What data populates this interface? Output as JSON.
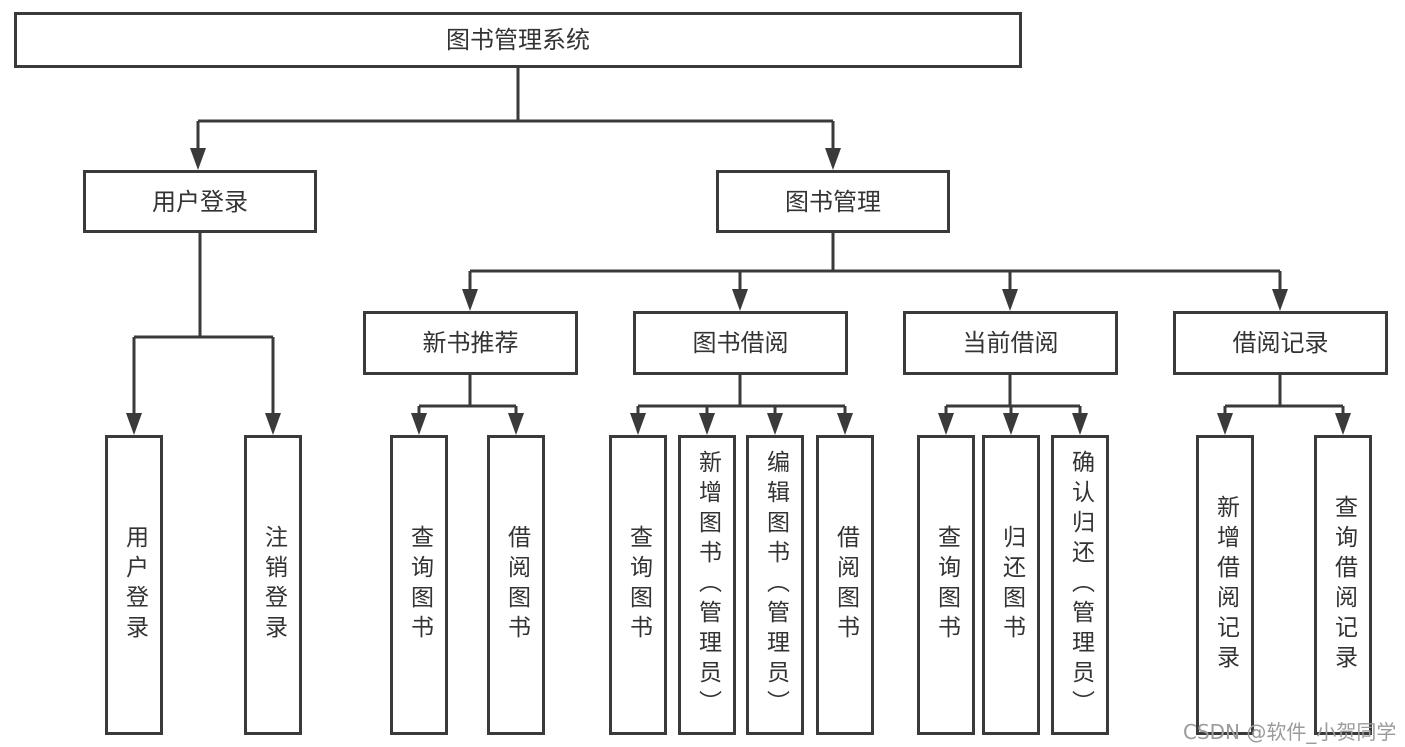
{
  "diagram": {
    "title": "图书管理系统",
    "nodes": {
      "root": "图书管理系统",
      "user_login": "用户登录",
      "book_mgmt": "图书管理",
      "new_books": "新书推荐",
      "book_borrow": "图书借阅",
      "current_borrow": "当前借阅",
      "borrow_records": "借阅记录",
      "leaves": {
        "user_login": [
          "用户登录",
          "注销登录"
        ],
        "new_books": [
          "查询图书",
          "借阅图书"
        ],
        "book_borrow": [
          "查询图书",
          "新增图书（管理员）",
          "编辑图书（管理员）",
          "借阅图书"
        ],
        "current_borrow": [
          "查询图书",
          "归还图书",
          "确认归还（管理员）"
        ],
        "borrow_records": [
          "新增借阅记录",
          "查询借阅记录"
        ]
      }
    }
  },
  "watermark": "CSDN @软件_小贺同学",
  "colors": {
    "line": "#3a3a3a",
    "text": "#333333",
    "background": "#ffffff",
    "watermark": "#9b9b9b"
  }
}
